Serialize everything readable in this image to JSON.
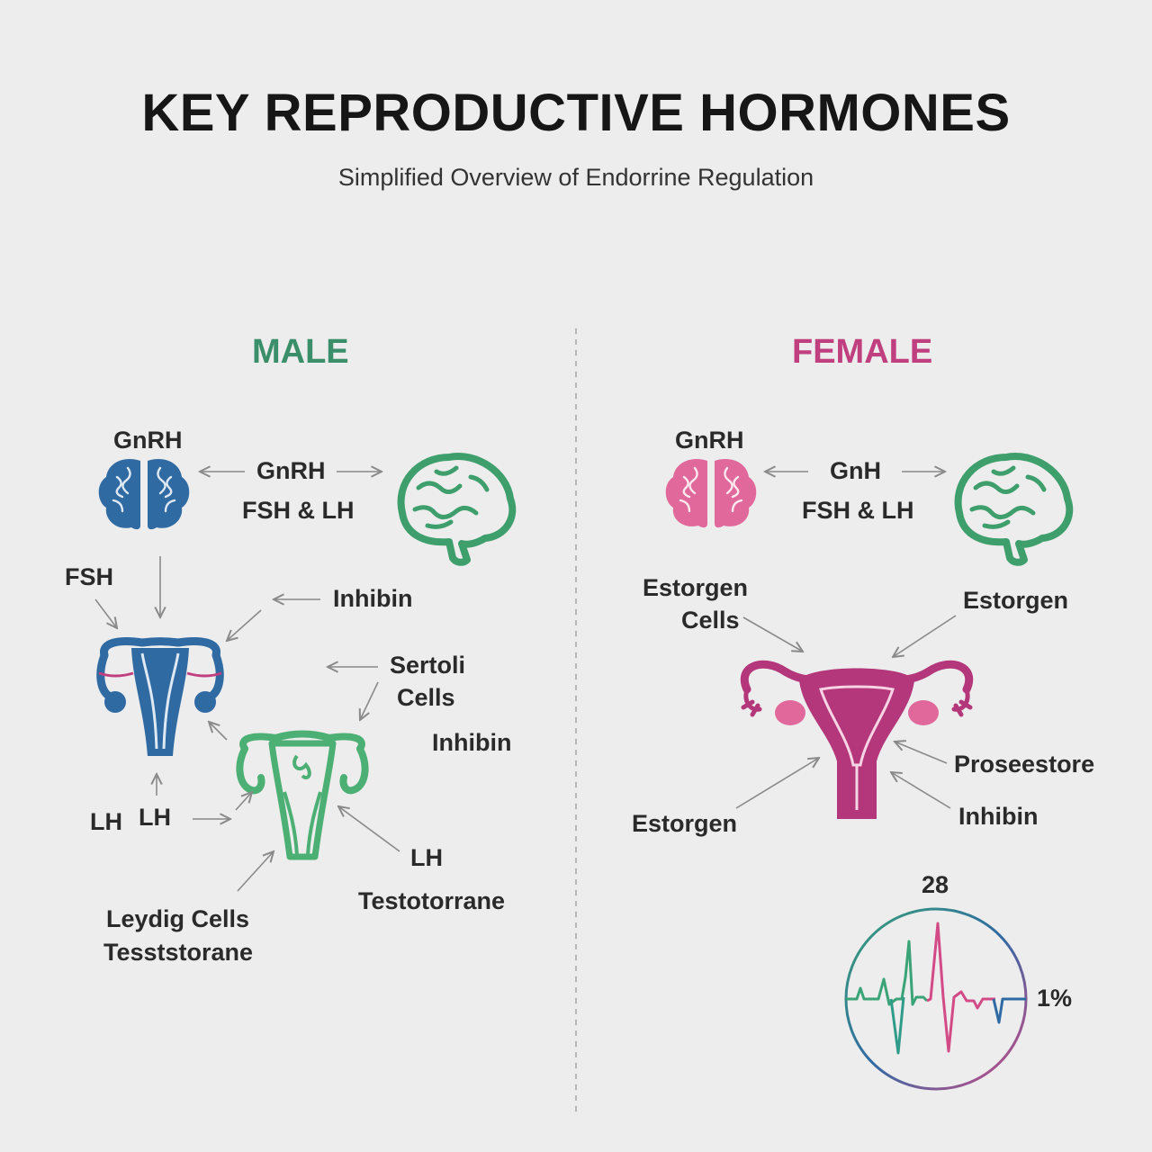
{
  "title": "KEY REPRODUCTIVE HORMONES",
  "subtitle": "Simplified Overview of Endorrine Regulation",
  "colors": {
    "male": "#3a8f6a",
    "female": "#c0407f",
    "male_organ": "#2f6aa3",
    "male_green": "#4caf74",
    "female_organ": "#b3377a",
    "female_pink": "#e0689a",
    "brain_green": "#3e9e6c",
    "arrow": "#8a8a8a",
    "divider": "#b8b8b8"
  },
  "male": {
    "heading": "MALE",
    "gnrh_top": "GnRH",
    "center_gnrh": "GnRH",
    "center_fsh_lh": "FSH & LH",
    "fsh": "FSH",
    "inhibin_top": "Inhibin",
    "sertoli_line1": "Sertoli",
    "sertoli_line2": "Cells",
    "inhibin_mid": "Inhibin",
    "lh_a": "LH",
    "lh_b": "LH",
    "lh_right": "LH",
    "testosterone_right": "Testotorrane",
    "leydig_line1": "Leydig Cells",
    "leydig_line2": "Tesststorane",
    "icons": [
      "brain-icon",
      "brain-side-icon",
      "reproductive-organ-icon",
      "testis-organ-icon"
    ]
  },
  "female": {
    "heading": "FEMALE",
    "gnrh_top": "GnRH",
    "center_gnh": "GnH",
    "center_fsh_lh": "FSH & LH",
    "estrogen_cells_line1": "Estorgen",
    "estrogen_cells_line2": "Cells",
    "estrogen_right": "Estorgen",
    "progesterone": "Proseestore",
    "inhibin": "Inhibin",
    "estrogen_bottom": "Estorgen",
    "cycle_top": "28",
    "cycle_right": "1%",
    "icons": [
      "brain-icon",
      "brain-side-icon",
      "uterus-icon",
      "cycle-chart-icon"
    ]
  }
}
